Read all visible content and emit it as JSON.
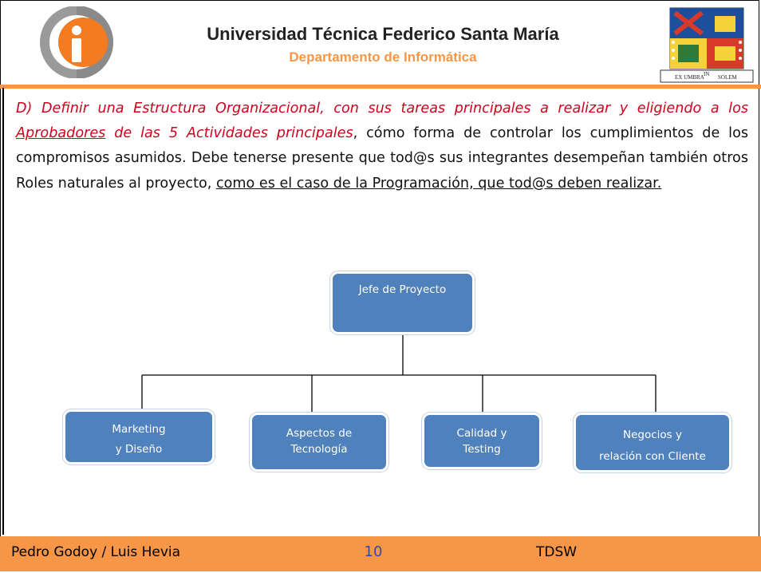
{
  "header": {
    "title": "Universidad Técnica Federico Santa María",
    "subtitle": "Departamento de Informática",
    "crest_motto": [
      "EX UMBRA",
      "IN",
      "SOLEM"
    ]
  },
  "content": {
    "red_part1": "D) Definir una Estructura Organizacional, con sus tareas principales a realizar y eligiendo a los ",
    "red_link": "Aprobadores",
    "red_part2": " de las 5 Actividades principales",
    "plain_part": ", cómo forma de controlar los cumplimientos de los compromisos asumidos. Debe tenerse presente que tod@s sus integrantes desempeñan también otros Roles naturales al proyecto, ",
    "underlined_part": "como es el caso de la Programación, que tod@s deben realizar."
  },
  "org_chart": {
    "root": "Jefe de Proyecto",
    "children": [
      {
        "line1": "Marketing",
        "line2": "y Diseño"
      },
      {
        "line1": "Aspectos de",
        "line2": "Tecnología"
      },
      {
        "line1": "Calidad y",
        "line2": "Testing"
      },
      {
        "line1": "Negocios y",
        "line2": "relación  con Cliente"
      }
    ]
  },
  "footer": {
    "authors": "Pedro Godoy  / Luis Hevia",
    "page_number": "10",
    "course": "TDSW"
  },
  "colors": {
    "accent": "#F79646",
    "box": "#4F81BD",
    "red_text": "#d0021b"
  }
}
